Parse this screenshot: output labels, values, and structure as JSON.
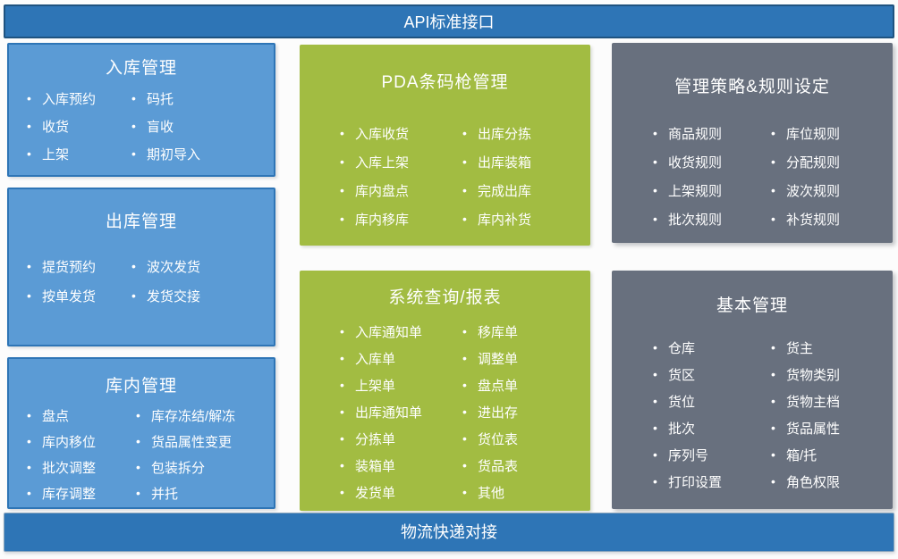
{
  "top_bar": {
    "label": "API标准接口"
  },
  "bottom_bar": {
    "label": "物流快递对接"
  },
  "colors": {
    "bar_blue": "#2e75b6",
    "panel_blue": "#5b9bd5",
    "panel_blue_border": "#2e75b6",
    "panel_green": "#a2bc42",
    "panel_gray": "#68707e",
    "text": "#ffffff"
  },
  "panels": {
    "inbound": {
      "title": "入库管理",
      "col1": [
        "入库预约",
        "收货",
        "上架"
      ],
      "col2": [
        "码托",
        "盲收",
        "期初导入"
      ]
    },
    "outbound": {
      "title": "出库管理",
      "col1": [
        "提货预约",
        "按单发货"
      ],
      "col2": [
        "波次发货",
        "发货交接"
      ]
    },
    "inwarehouse": {
      "title": "库内管理",
      "col1": [
        "盘点",
        "库内移位",
        "批次调整",
        "库存调整"
      ],
      "col2": [
        "库存冻结/解冻",
        "货品属性变更",
        "包装拆分",
        "并托"
      ]
    },
    "pda": {
      "title": "PDA条码枪管理",
      "col1": [
        "入库收货",
        "入库上架",
        "库内盘点",
        "库内移库"
      ],
      "col2": [
        "出库分拣",
        "出库装箱",
        "完成出库",
        "库内补货"
      ]
    },
    "sys": {
      "title": "系统查询/报表",
      "col1": [
        "入库通知单",
        "入库单",
        "上架单",
        "出库通知单",
        "分拣单",
        "装箱单",
        "发货单"
      ],
      "col2": [
        "移库单",
        "调整单",
        "盘点单",
        "进出存",
        "货位表",
        "货品表",
        "其他"
      ]
    },
    "rules": {
      "title": "管理策略&规则设定",
      "col1": [
        "商品规则",
        "收货规则",
        "上架规则",
        "批次规则"
      ],
      "col2": [
        "库位规则",
        "分配规则",
        "波次规则",
        "补货规则"
      ]
    },
    "basic": {
      "title": "基本管理",
      "col1": [
        "仓库",
        "货区",
        "货位",
        "批次",
        "序列号",
        "打印设置"
      ],
      "col2": [
        "货主",
        "货物类别",
        "货物主档",
        "货品属性",
        "箱/托",
        "角色权限"
      ]
    }
  }
}
